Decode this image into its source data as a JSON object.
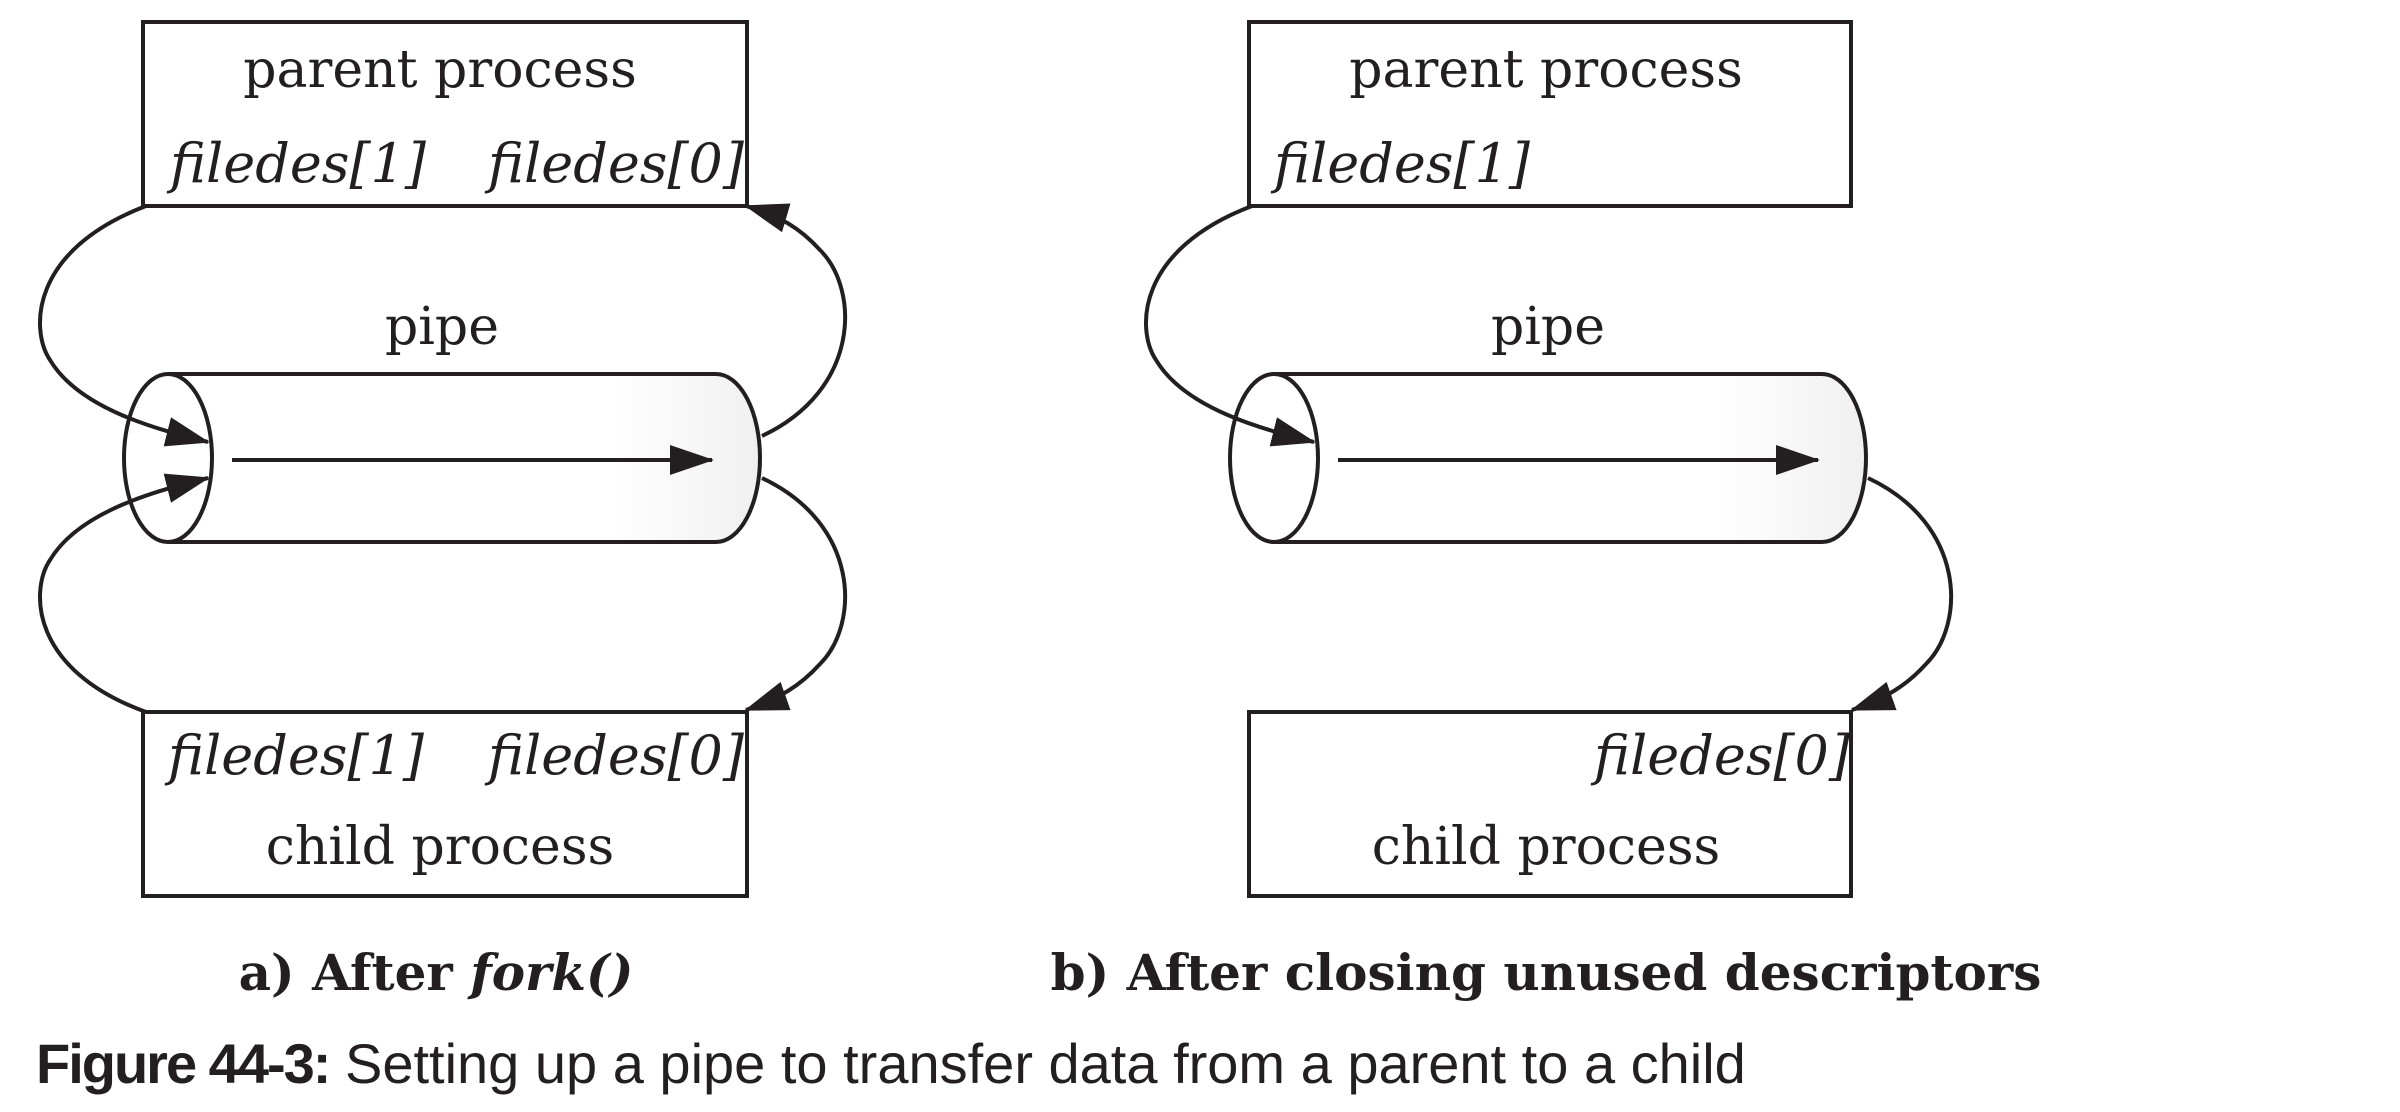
{
  "panel_a": {
    "parent_label": "parent process",
    "parent_fd1": "filedes[1]",
    "parent_fd0": "filedes[0]",
    "pipe_label": "pipe",
    "child_fd1": "filedes[1]",
    "child_fd0": "filedes[0]",
    "child_label": "child process",
    "caption_prefix": "a) After ",
    "caption_func": "fork()"
  },
  "panel_b": {
    "parent_label": "parent process",
    "parent_fd1": "filedes[1]",
    "pipe_label": "pipe",
    "child_fd0": "filedes[0]",
    "child_label": "child process",
    "caption": "b) After closing unused descriptors"
  },
  "figure_caption": {
    "number": "Figure 44-3:",
    "text": " Setting up a pipe to transfer data from a parent to a child"
  },
  "colors": {
    "ink": "#231f20",
    "background": "#ffffff"
  }
}
